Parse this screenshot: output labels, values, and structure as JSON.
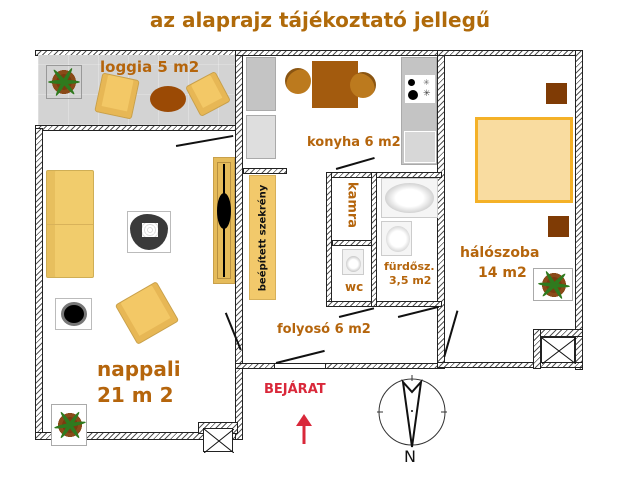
{
  "title": "az alaprajz tájékoztató jellegű",
  "rooms": {
    "loggia": {
      "name": "loggia 5 m2"
    },
    "konyha": {
      "name": "konyha 6 m2"
    },
    "kamra": {
      "name": "kamra"
    },
    "wc": {
      "name": "wc"
    },
    "furdoszoba": {
      "name": "fürdősz.",
      "area": "3,5 m2"
    },
    "beepitett": {
      "name": "beépített  szekrény"
    },
    "folyoso": {
      "name": "folyosó 6 m2"
    },
    "halo": {
      "name": "hálószoba",
      "area": "14 m2"
    },
    "nappali": {
      "name": "nappali",
      "area": "21  m 2"
    }
  },
  "entrance": {
    "label": "BEJÁRAT",
    "color": "#d9283a"
  },
  "compass": {
    "label": "N"
  },
  "colors": {
    "label": "#b5650c",
    "title": "#b06a0a",
    "furniture": "#f3c866",
    "table": "#a3560c",
    "wall": "#222222"
  }
}
